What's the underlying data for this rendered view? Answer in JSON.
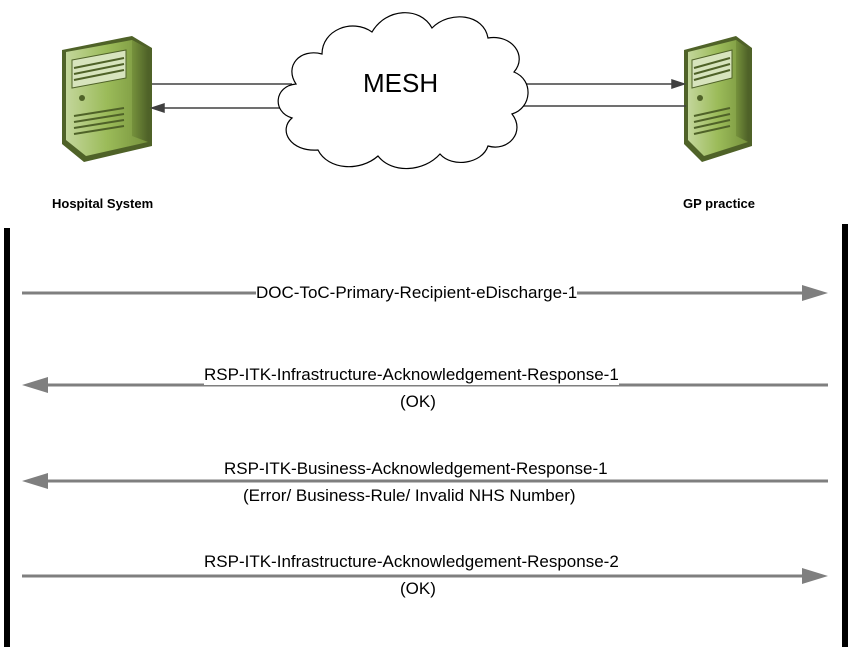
{
  "cloud": {
    "label": "MESH"
  },
  "systems": {
    "left": {
      "label": "Hospital  System",
      "icon": "server-icon"
    },
    "right": {
      "label": "GP practice",
      "icon": "server-icon"
    }
  },
  "colors": {
    "server_body": "#9bbb59",
    "server_dark": "#4f6228",
    "arrow": "#7f7f7f",
    "lifeline": "#000000"
  },
  "messages": [
    {
      "line1": "DOC-ToC-Primary-Recipient-eDischarge-1",
      "line2": "",
      "direction": "left-to-right"
    },
    {
      "line1": "RSP-ITK-Infrastructure-Acknowledgement-Response-1",
      "line2": "(OK)",
      "direction": "right-to-left"
    },
    {
      "line1": "RSP-ITK-Business-Acknowledgement-Response-1",
      "line2": "(Error/ Business-Rule/ Invalid NHS Number)",
      "direction": "right-to-left"
    },
    {
      "line1": "RSP-ITK-Infrastructure-Acknowledgement-Response-2",
      "line2": "(OK)",
      "direction": "left-to-right"
    }
  ]
}
